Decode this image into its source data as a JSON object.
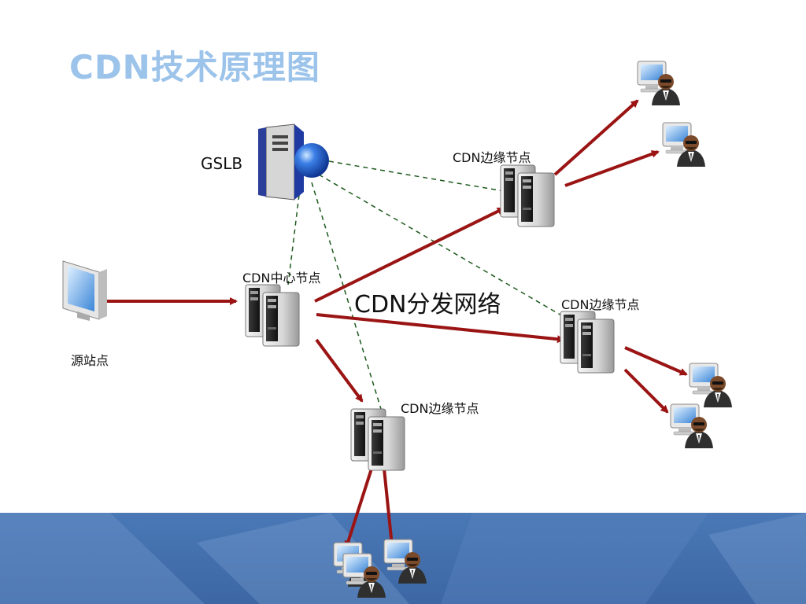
{
  "title": "CDN技术原理图",
  "labels": {
    "gslb": "GSLB",
    "source": "源站点",
    "center": "CDN中心节点",
    "network": "CDN分发网络",
    "edge_top": "CDN边缘节点",
    "edge_right": "CDN边缘节点",
    "edge_bottom": "CDN边缘节点"
  },
  "colors": {
    "title": "#9cc3ea",
    "arrow": "#9b1414",
    "dashed": "#1e5a1e",
    "band": "#4a78b6",
    "band_light": "#6a93c8"
  },
  "icons": {
    "gslb": "server-globe-icon",
    "source": "monitor-icon",
    "node": "server-pair-icon",
    "user": "user-computer-icon"
  }
}
